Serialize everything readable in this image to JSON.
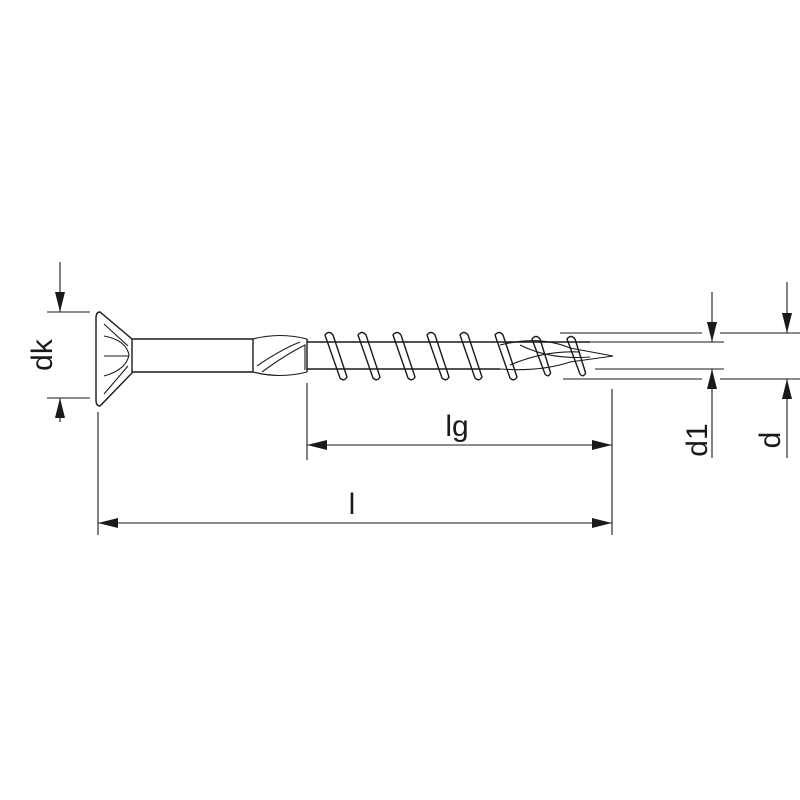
{
  "labels": {
    "dk": "dk",
    "lg": "lg",
    "l": "l",
    "d1": "d1",
    "d": "d"
  },
  "colors": {
    "line": "#1a1a1a",
    "background": "#ffffff"
  }
}
